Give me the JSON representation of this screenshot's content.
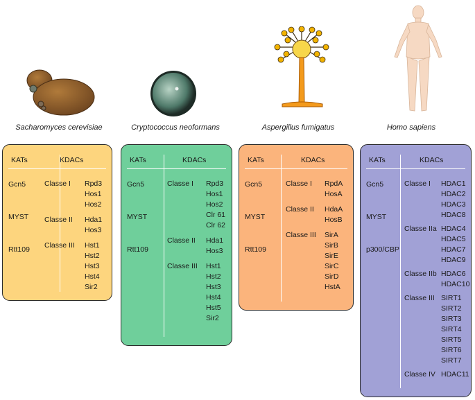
{
  "organisms": [
    {
      "name": "Sacharomyces cerevisiae",
      "color": "#fdd57e",
      "kats": [
        "Gcn5",
        "MYST",
        "Rtt109"
      ],
      "kdacs": [
        {
          "class": "Classe I",
          "enzymes": [
            "Rpd3",
            "Hos1",
            "Hos2"
          ]
        },
        {
          "class": "Classe II",
          "enzymes": [
            "Hda1",
            "Hos3"
          ]
        },
        {
          "class": "Classe III",
          "enzymes": [
            "Hst1",
            "Hst2",
            "Hst3",
            "Hst4",
            "Sir2"
          ]
        }
      ]
    },
    {
      "name": "Cryptococcus neoformans",
      "color": "#6fcf9b",
      "kats": [
        "Gcn5",
        "MYST",
        "Rtt109"
      ],
      "kdacs": [
        {
          "class": "Classe I",
          "enzymes": [
            "Rpd3",
            "Hos1",
            "Hos2",
            "Clr 61",
            "Clr 62"
          ]
        },
        {
          "class": "Classe II",
          "enzymes": [
            "Hda1",
            "Hos3"
          ]
        },
        {
          "class": "Classe III",
          "enzymes": [
            "Hst1",
            "Hst2",
            "Hst3",
            "Hst4",
            "Hst5",
            "Sir2"
          ]
        }
      ]
    },
    {
      "name": "Aspergillus fumigatus",
      "color": "#fbb47c",
      "kats": [
        "Gcn5",
        "MYST",
        "Rtt109"
      ],
      "kdacs": [
        {
          "class": "Classe I",
          "enzymes": [
            "RpdA",
            "HosA"
          ]
        },
        {
          "class": "Classe II",
          "enzymes": [
            "HdaA",
            "HosB"
          ]
        },
        {
          "class": "Classe III",
          "enzymes": [
            "SirA",
            "SirB",
            "SirE",
            "SirC",
            "SirD",
            "HstA"
          ]
        }
      ]
    },
    {
      "name": "Homo sapiens",
      "color": "#a1a1d6",
      "kats": [
        "Gcn5",
        "MYST",
        "p300/CBP"
      ],
      "kdacs": [
        {
          "class": "Classe I",
          "enzymes": [
            "HDAC1",
            "HDAC2",
            "HDAC3",
            "HDAC8"
          ]
        },
        {
          "class": "Classe IIa",
          "enzymes": [
            "HDAC4",
            "HDAC5",
            "HDAC7",
            "HDAC9"
          ]
        },
        {
          "class": "Classe IIb",
          "enzymes": [
            "HDAC6",
            "HDAC10"
          ]
        },
        {
          "class": "Classe III",
          "enzymes": [
            "SIRT1",
            "SIRT2",
            "SIRT3",
            "SIRT4",
            "SIRT5",
            "SIRT6",
            "SIRT7"
          ]
        },
        {
          "class": "Classe IV",
          "enzymes": [
            "HDAC11"
          ]
        }
      ]
    }
  ],
  "headers": {
    "kats": "KATs",
    "kdacs": "KDACs"
  },
  "illustrations": [
    "yeast-icon",
    "cryptococcus-icon",
    "aspergillus-icon",
    "human-figure-icon"
  ]
}
